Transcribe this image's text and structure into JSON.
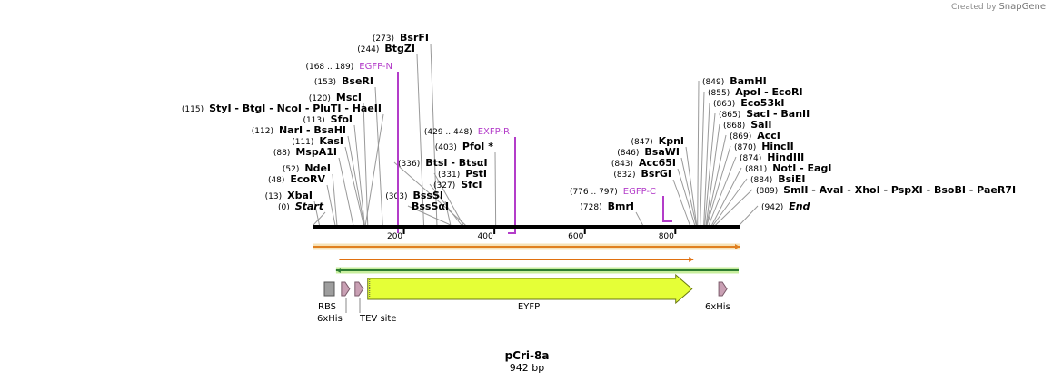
{
  "credit": {
    "prefix": "Created by",
    "brand": "SnapGene"
  },
  "title": "pCri-8a",
  "length_label": "942 bp",
  "scale": {
    "start": 0,
    "end": 942,
    "ticks": [
      {
        "bp": 200,
        "label": "200"
      },
      {
        "bp": 400,
        "label": "400"
      },
      {
        "bp": 600,
        "label": "600"
      },
      {
        "bp": 800,
        "label": "800"
      }
    ]
  },
  "sites": [
    {
      "pos": "(0)",
      "name": "Start",
      "bp": 0,
      "italic": true
    },
    {
      "pos": "(13)",
      "name": "XbaI",
      "bp": 13
    },
    {
      "pos": "(48)",
      "name": "EcoRV",
      "bp": 48
    },
    {
      "pos": "(52)",
      "name": "NdeI",
      "bp": 52
    },
    {
      "pos": "(88)",
      "name": "MspA1I",
      "bp": 88
    },
    {
      "pos": "(111)",
      "name": "KasI",
      "bp": 111
    },
    {
      "pos": "(112)",
      "name": "NarI  - BsaHI",
      "bp": 112
    },
    {
      "pos": "(113)",
      "name": "SfoI",
      "bp": 113
    },
    {
      "pos": "(115)",
      "name": "StyI   - BtgI   - NcoI   - PluTI   - HaeII",
      "bp": 115
    },
    {
      "pos": "(120)",
      "name": "MscI",
      "bp": 120
    },
    {
      "pos": "(153)",
      "name": "BseRI",
      "bp": 153
    },
    {
      "pos": "(244)",
      "name": "BtgZI",
      "bp": 244
    },
    {
      "pos": "(273)",
      "name": "BsrFI",
      "bp": 273
    },
    {
      "pos": "(336)",
      "name": "BtsI   - BtsαI",
      "bp": 336
    },
    {
      "pos": "(331)",
      "name": "PstI",
      "bp": 331
    },
    {
      "pos": "(327)",
      "name": "SfcI",
      "bp": 327
    },
    {
      "pos": "(303)",
      "name": "BssSI",
      "bp": 303
    },
    {
      "pos": "",
      "name": "BssSαI",
      "bp": 303
    },
    {
      "pos": "(403)",
      "name": "PfoI *",
      "bp": 403
    },
    {
      "pos": "(728)",
      "name": "BmrI",
      "bp": 728
    },
    {
      "pos": "(832)",
      "name": "BsrGI",
      "bp": 832
    },
    {
      "pos": "(843)",
      "name": "Acc65I",
      "bp": 843
    },
    {
      "pos": "(846)",
      "name": "BsaWI",
      "bp": 846
    },
    {
      "pos": "(847)",
      "name": "KpnI",
      "bp": 847
    },
    {
      "pos": "(849)",
      "name": "BamHI",
      "bp": 849
    },
    {
      "pos": "(855)",
      "name": "ApoI   - EcoRI",
      "bp": 855
    },
    {
      "pos": "(863)",
      "name": "Eco53kI",
      "bp": 863
    },
    {
      "pos": "(865)",
      "name": "SacI   - BanII",
      "bp": 865
    },
    {
      "pos": "(868)",
      "name": "SalI",
      "bp": 868
    },
    {
      "pos": "(869)",
      "name": "AccI",
      "bp": 869
    },
    {
      "pos": "(870)",
      "name": "HincII",
      "bp": 870
    },
    {
      "pos": "(874)",
      "name": "HindIII",
      "bp": 874
    },
    {
      "pos": "(881)",
      "name": "NotI   - EagI",
      "bp": 881
    },
    {
      "pos": "(884)",
      "name": "BsiEI",
      "bp": 884
    },
    {
      "pos": "(889)",
      "name": "SmlI   - AvaI   - XhoI   - PspXI   - BsoBI   - PaeR7I",
      "bp": 889
    },
    {
      "pos": "(942)",
      "name": "End",
      "bp": 942,
      "italic": true
    }
  ],
  "primers": [
    {
      "pos": "(168 .. 189)",
      "name": "EGFP-N",
      "bp": 189,
      "direction": "forward"
    },
    {
      "pos": "(429 .. 448)",
      "name": "EXFP-R",
      "bp": 448,
      "direction": "reverse"
    },
    {
      "pos": "(776 .. 797)",
      "name": "EGFP-C",
      "bp": 776,
      "direction": "forward"
    }
  ],
  "features": [
    {
      "name": "RBS",
      "start": 5,
      "end": 28,
      "type": "rbs"
    },
    {
      "name": "6xHis",
      "start": 62,
      "end": 80,
      "type": "tag"
    },
    {
      "name": "TEV site",
      "start": 92,
      "end": 113,
      "type": "tag"
    },
    {
      "name": "EYFP",
      "start": 120,
      "end": 837,
      "type": "cds"
    },
    {
      "name": "6xHis",
      "start": 896,
      "end": 914,
      "type": "tag"
    }
  ],
  "orfs": [
    {
      "start": 0,
      "end": 942,
      "direction": "forward",
      "color": "#e08020",
      "fill": "#f6e3b8"
    },
    {
      "start": 57,
      "end": 840,
      "direction": "forward",
      "color": "#e07010",
      "fill": ""
    },
    {
      "start": 50,
      "end": 940,
      "direction": "reverse",
      "color": "#2e7d32",
      "fill": "#c8ee9e"
    }
  ],
  "colors": {
    "primer": "#b33cc9",
    "cds": "#e5ff37",
    "tag": "#c9a0b4",
    "rbs": "#9e9e9e"
  }
}
